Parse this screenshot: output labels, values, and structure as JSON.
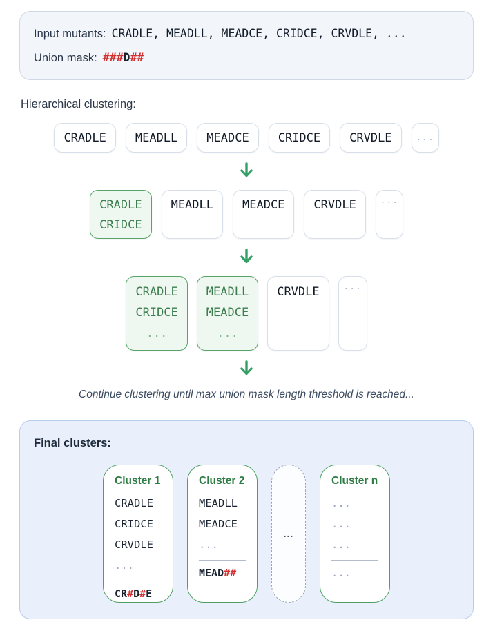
{
  "colors": {
    "accent_green": "#3a9d62",
    "green_border": "#57a469",
    "green_text": "#3c7d4e",
    "cluster_title_green": "#2d7c44",
    "mask_red": "#d32f2f",
    "text_navy": "#2a3649",
    "mono_dark": "#141d2b",
    "muted_dots": "#a9b5c5",
    "input_card_bg": "#f2f5f9",
    "final_card_bg": "#e9f0fb",
    "final_card_border": "#b7cdec"
  },
  "input_card": {
    "mutants_label": "Input mutants:",
    "mutants_list": "CRADLE, MEADLL, MEADCE, CRIDCE, CRVDLE, ...",
    "mask_label": "Union mask:",
    "mask_segments": [
      "###",
      "D",
      "##"
    ]
  },
  "clustering": {
    "heading": "Hierarchical clustering:",
    "row1": {
      "items": [
        "CRADLE",
        "MEADLL",
        "MEADCE",
        "CRIDCE",
        "CRVDLE"
      ],
      "ellipsis": "..."
    },
    "row2": {
      "merged": [
        "CRADLE",
        "CRIDCE"
      ],
      "singles": [
        "MEADLL",
        "MEADCE",
        "CRVDLE"
      ],
      "ellipsis": "..."
    },
    "row3": {
      "merged_a": [
        "CRADLE",
        "CRIDCE",
        "..."
      ],
      "merged_b": [
        "MEADLL",
        "MEADCE",
        "..."
      ],
      "single": "CRVDLE",
      "ellipsis": "..."
    },
    "note": "Continue clustering until max union mask length threshold is reached..."
  },
  "final_clusters": {
    "title": "Final clusters:",
    "cluster1": {
      "title": "Cluster 1",
      "entries": [
        "CRADLE",
        "CRIDCE",
        "CRVDLE"
      ],
      "ellipsis": "...",
      "mask": [
        "CR",
        "#",
        "D",
        "#",
        "E"
      ]
    },
    "cluster2": {
      "title": "Cluster 2",
      "entries": [
        "MEADLL",
        "MEADCE"
      ],
      "ellipsis": "...",
      "mask": [
        "MEAD",
        "##"
      ]
    },
    "gap_ellipsis": "...",
    "clustern": {
      "title": "Cluster n",
      "entries": [
        "...",
        "...",
        "..."
      ],
      "footer": "..."
    }
  }
}
